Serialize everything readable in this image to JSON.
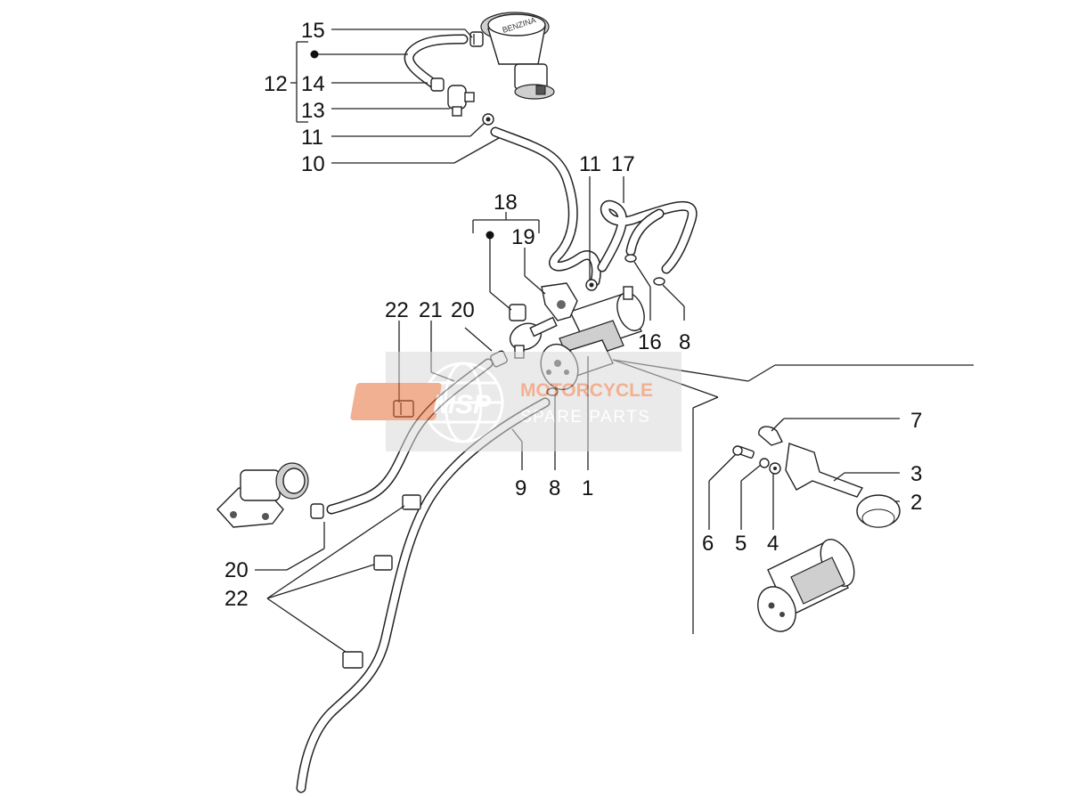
{
  "labels": {
    "l1": "1",
    "l2": "2",
    "l3": "3",
    "l4": "4",
    "l5": "5",
    "l6": "6",
    "l7": "7",
    "l8a": "8",
    "l8b": "8",
    "l9": "9",
    "l10": "10",
    "l11a": "11",
    "l11b": "11",
    "l12": "12",
    "l13": "13",
    "l14": "14",
    "l15": "15",
    "l16": "16",
    "l17": "17",
    "l18": "18",
    "l19": "19",
    "l20a": "20",
    "l20b": "20",
    "l21": "21",
    "l22a": "22",
    "l22b": "22"
  },
  "cap_text": "BENZINA",
  "watermark": {
    "logo_text": "MSP",
    "line1": "MOTORCYCLE",
    "line2": "SPARE PARTS",
    "colors": {
      "primary": "#e8703a",
      "grey": "#9a9a9a",
      "panel": "#d9d9d9"
    }
  }
}
